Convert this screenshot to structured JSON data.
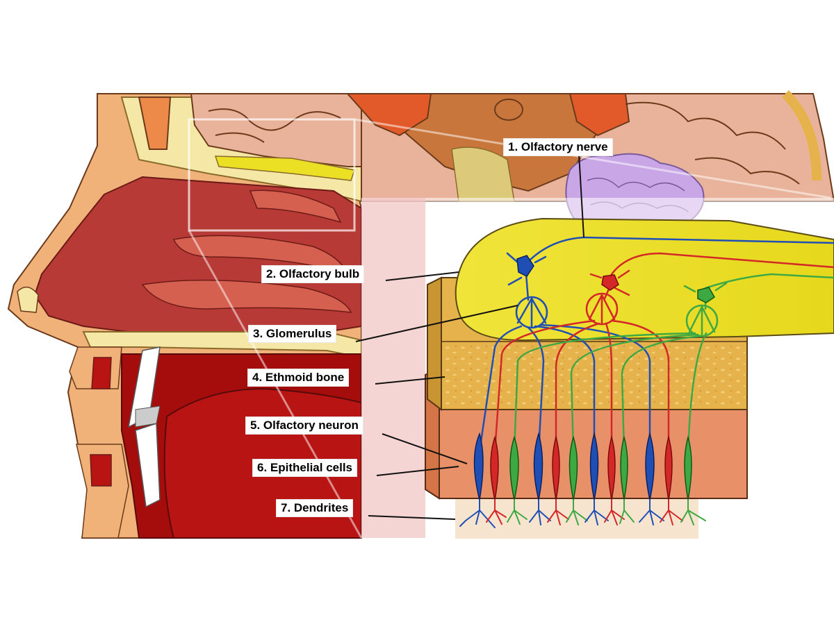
{
  "labels": {
    "olfactory_nerve": "1. Olfactory nerve",
    "olfactory_bulb": "2. Olfactory bulb",
    "glomerulus": "3. Glomerulus",
    "ethmoid_bone": "4. Ethmoid bone",
    "olfactory_neuron": "5. Olfactory neuron",
    "epithelial_cells": "6. Epithelial cells",
    "dendrites": "7. Dendrites"
  },
  "colors": {
    "skin": "#f1b27a",
    "bone": "#f5e8a6",
    "nasal_cavity": "#b83a36",
    "mouth": "#a50d0d",
    "brain": "#e9b39b",
    "bulb": "#ece025",
    "ethmoid": "#e5b24c",
    "epithelium": "#e89068",
    "neuron_blue": "#1f4fb5",
    "neuron_red": "#d42828",
    "neuron_green": "#3ea843",
    "lobe_purple": "#c9a6e6"
  }
}
